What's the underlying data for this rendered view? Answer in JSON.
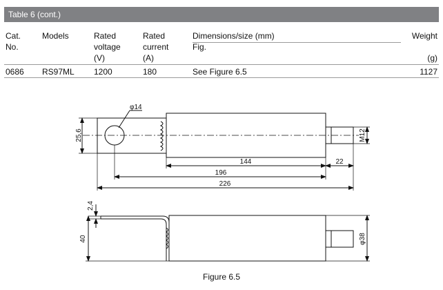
{
  "table": {
    "title": "Table 6 (cont.)",
    "headers": {
      "cat": [
        "Cat.",
        "No."
      ],
      "models": "Models",
      "voltage": [
        "Rated",
        "voltage",
        "(V)"
      ],
      "current": [
        "Rated",
        "current",
        "(A)"
      ],
      "dimensions": [
        "Dimensions/size (mm)",
        "Fig."
      ],
      "weight": [
        "Weight",
        "(g)"
      ]
    },
    "rows": [
      {
        "cat": "0686",
        "model": "RS97ML",
        "voltage": "1200",
        "current": "180",
        "fig": "See Figure 6.5",
        "weight": "1127"
      }
    ]
  },
  "drawing": {
    "top_view": {
      "hole_dia": "φ14",
      "height": "25,6",
      "thread": "M12",
      "len_144": "144",
      "len_22": "22",
      "len_196": "196",
      "len_226": "226"
    },
    "side_view": {
      "thickness": "2,4",
      "height": "40",
      "dia": "φ38"
    }
  },
  "caption": "Figure 6.5"
}
